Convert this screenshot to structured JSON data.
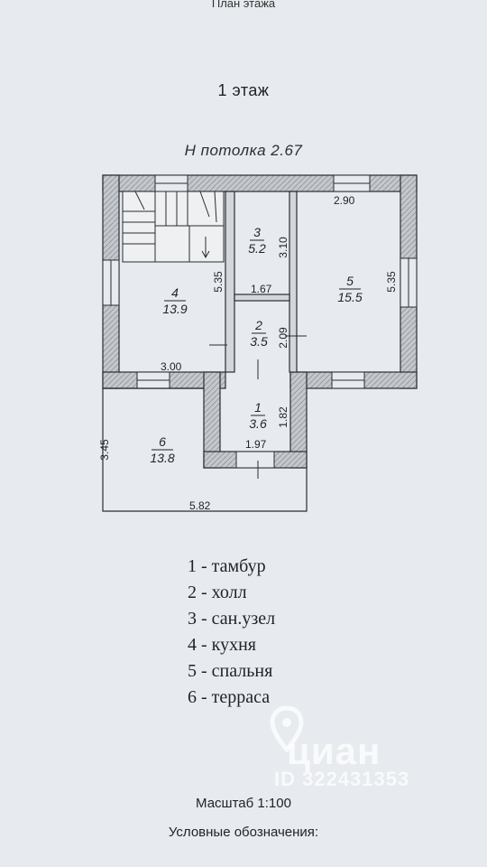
{
  "header": {
    "title": "План этажа"
  },
  "floor": {
    "title": "1 этаж",
    "ceiling_height": "Н потолка 2.67"
  },
  "rooms": [
    {
      "number": "1",
      "area": "3.6"
    },
    {
      "number": "2",
      "area": "3.5"
    },
    {
      "number": "3",
      "area": "5.2"
    },
    {
      "number": "4",
      "area": "13.9"
    },
    {
      "number": "5",
      "area": "15.5"
    },
    {
      "number": "6",
      "area": "13.8"
    }
  ],
  "dimensions": {
    "d_290": "2.90",
    "d_310": "3.10",
    "d_535_left": "5.35",
    "d_535_right": "5.35",
    "d_167": "1.67",
    "d_209": "2.09",
    "d_300": "3.00",
    "d_182": "1.82",
    "d_197": "1.97",
    "d_345": "3.45",
    "d_582": "5.82"
  },
  "legend": [
    "1 - тамбур",
    "2 - холл",
    "3 - сан.узел",
    "4 - кухня",
    "5 - спальня",
    "6 - терраса"
  ],
  "footer": {
    "scale": "Масштаб 1:100",
    "symbols": "Условные обозначения:"
  },
  "watermark": {
    "brand": "циан",
    "id": "ID 322431353"
  },
  "colors": {
    "wall_fill": "#bfc3c8",
    "line": "#2a2d31",
    "background": "#e7eaee"
  }
}
